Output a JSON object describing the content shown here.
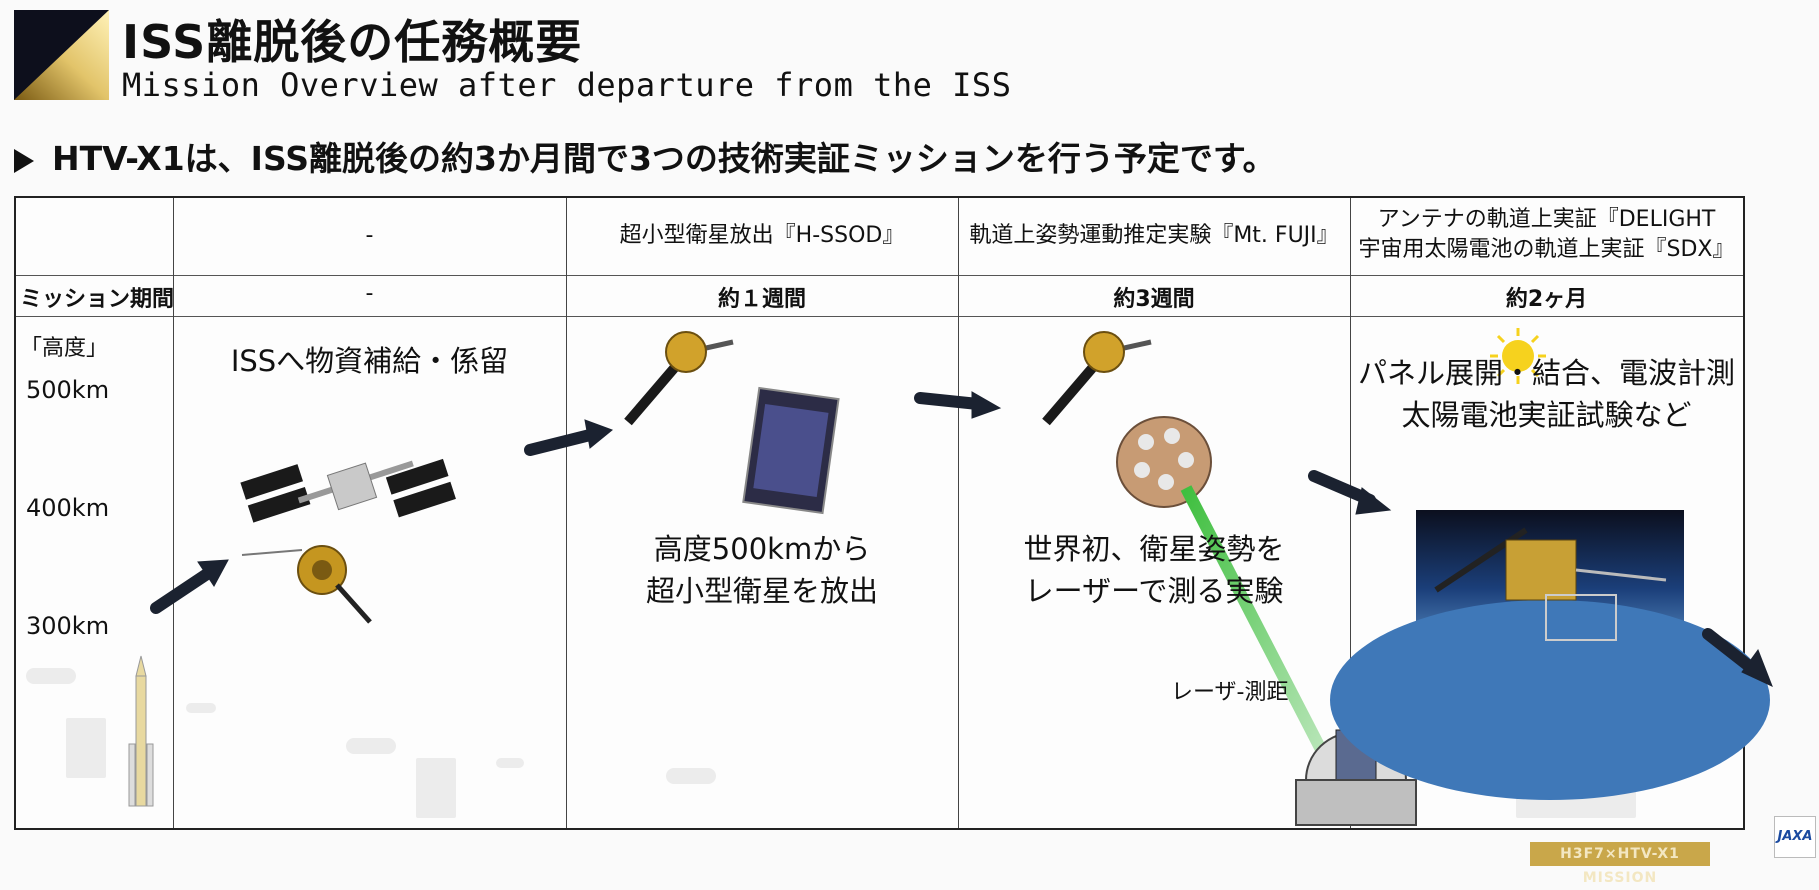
{
  "header": {
    "title_jp": "ISS離脱後の任務概要",
    "title_en": "Mission Overview after departure from the ISS"
  },
  "intro": "HTV-X1は、ISS離脱後の約3か月間で3つの技術実証ミッションを行う予定です。",
  "table": {
    "columns": [
      {
        "title_lines": [
          "-"
        ],
        "duration": "-"
      },
      {
        "title_lines": [
          "超小型衛星放出『H-SSOD』"
        ],
        "duration": "約１週間"
      },
      {
        "title_lines": [
          "軌道上姿勢運動推定実験『Mt. FUJI』"
        ],
        "duration": "約3週間"
      },
      {
        "title_lines": [
          "アンテナの軌道上実証『DELIGHT",
          "宇宙用太陽電池の軌道上実証『SDX』"
        ],
        "duration": "約2ヶ月"
      }
    ],
    "row_label_duration": "ミッション期間",
    "altitude_label": "「高度」",
    "altitudes": [
      "500km",
      "400km",
      "300km"
    ]
  },
  "captions": {
    "iss": "ISSへ物資補給・係留",
    "hssod_lines": [
      "高度500kmから",
      "超小型衛星を放出"
    ],
    "mtfuji_lines": [
      "世界初、衛星姿勢を",
      "レーザーで測る実験"
    ],
    "laser_label": "レーザ-測距",
    "delight_lines": [
      "パネル展開・結合、電波計測",
      "太陽電池実証試験など"
    ]
  },
  "footer": {
    "badge": "H3F7×HTV-X1 MISSION",
    "logo": "JAXA"
  },
  "colors": {
    "gold": "#c9a74a",
    "dark": "#111111",
    "arrow": "#1b2230",
    "laser": "#3fbf3f"
  }
}
